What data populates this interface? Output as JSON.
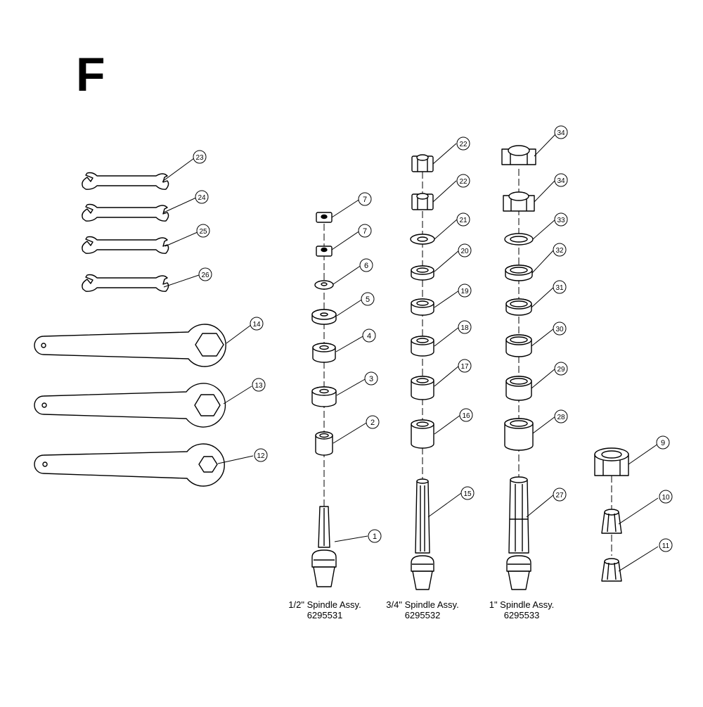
{
  "page_letter": "F",
  "assemblies": [
    {
      "name": "1/2\" Spindle Assy.",
      "part_number": "6295531"
    },
    {
      "name": "3/4\" Spindle Assy.",
      "part_number": "6295532"
    },
    {
      "name": "1\" Spindle Assy.",
      "part_number": "6295533"
    }
  ],
  "callouts": [
    "1",
    "2",
    "3",
    "4",
    "5",
    "6",
    "7",
    "7",
    "9",
    "10",
    "11",
    "12",
    "13",
    "14",
    "15",
    "16",
    "17",
    "18",
    "19",
    "20",
    "21",
    "22",
    "22",
    "23",
    "24",
    "25",
    "26",
    "27",
    "28",
    "29",
    "30",
    "31",
    "32",
    "33",
    "34",
    "34"
  ]
}
